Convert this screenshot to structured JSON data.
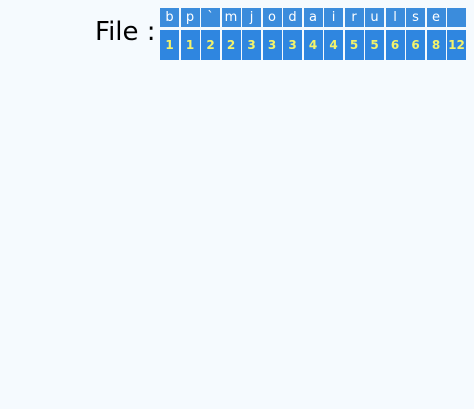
{
  "label": "File :",
  "chars": [
    "b",
    "p",
    "`",
    "m",
    "j",
    "o",
    "d",
    "a",
    "i",
    "r",
    "u",
    "l",
    "s",
    "e",
    ""
  ],
  "counts": [
    "1",
    "1",
    "2",
    "2",
    "3",
    "3",
    "3",
    "4",
    "4",
    "5",
    "5",
    "6",
    "6",
    "8",
    "12"
  ],
  "colors": {
    "background": "#f5fafe",
    "cell": "#3b8cdc",
    "char_text": "#ffffff",
    "count_text": "#f3f36b"
  }
}
